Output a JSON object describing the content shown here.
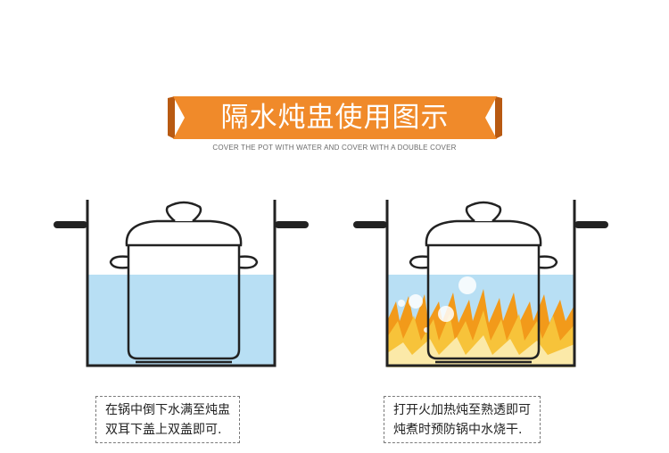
{
  "header": {
    "title": "隔水炖盅使用图示",
    "subtitle": "COVER THE POT WITH WATER AND COVER WITH A DOUBLE COVER",
    "banner_color": "#f08a2a",
    "banner_shadow_color": "#b85a12"
  },
  "scenes": [
    {
      "id": "fill-water",
      "caption_lines": [
        "在锅中倒下水满至炖盅",
        "双耳下盖上双盖即可."
      ],
      "water_color": "#b8dff4",
      "has_fire": false
    },
    {
      "id": "heat-stew",
      "caption_lines": [
        "打开火加热炖至熟透即可",
        "炖煮时预防锅中水烧干."
      ],
      "water_color": "#b8dff4",
      "has_fire": true,
      "fire_colors": [
        "#f29a1a",
        "#f7c33a",
        "#fbe9a8"
      ]
    }
  ]
}
